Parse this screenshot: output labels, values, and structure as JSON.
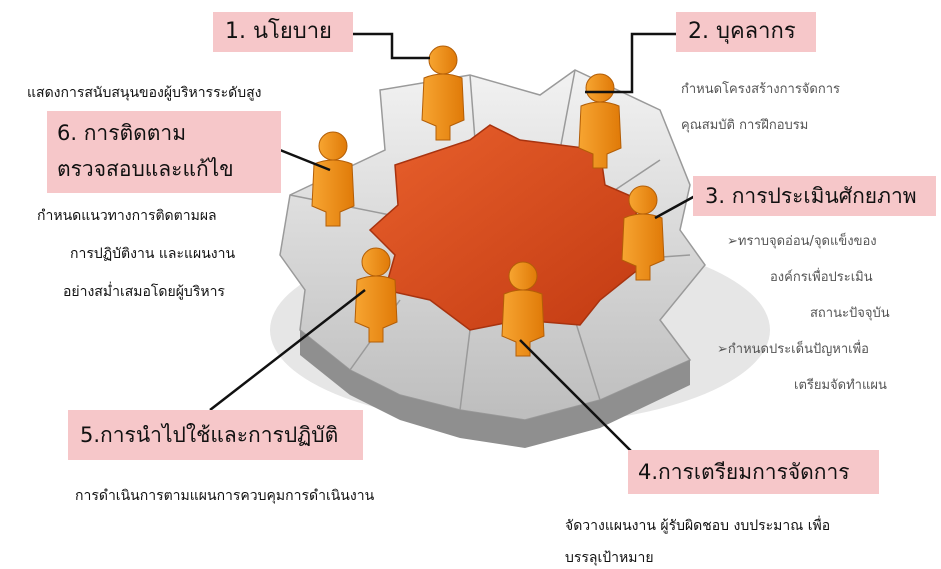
{
  "steps": [
    {
      "title": "1. นโยบาย",
      "desc": [
        "แสดงการสนับสนุนของผู้บริหารระดับสูง"
      ]
    },
    {
      "title": "2. บุคลากร",
      "desc": [
        "กำหนดโครงสร้างการจัดการ",
        "คุณสมบัติ การฝึกอบรม"
      ]
    },
    {
      "title": "3. การประเมินศักยภาพ",
      "desc": [
        "➢ทราบจุดอ่อน/จุดแข็งของ",
        "องค์กรเพื่อประเมิน",
        "สถานะปัจจุบัน",
        "➢กำหนดประเด็นปัญหาเพื่อ",
        "เตรียมจัดทำแผน"
      ]
    },
    {
      "title": "4.การเตรียมการจัดการ",
      "desc": [
        "จัดวางแผนงาน ผู้รับผิดชอบ งบประมาณ เพื่อ",
        "บรรลุเป้าหมาย"
      ]
    },
    {
      "title": "5.การนำไปใช้และการปฏิบัติ",
      "desc": [
        "การดำเนินการตามแผนการควบคุมการดำเนินงาน"
      ]
    },
    {
      "title_lines": [
        "6. การติดตาม",
        "ตรวจสอบและแก้ไข"
      ],
      "desc": [
        "กำหนดแนวทางการติดตามผล",
        "การปฏิบัติงาน และแผนงาน",
        "อย่างสม่ำเสมอโดยผู้บริหาร"
      ]
    }
  ],
  "colors": {
    "label_bg": "#f6c7c9",
    "center": "#d4461a",
    "figure": "#f08a12",
    "puzzle": "#d9d9d9"
  }
}
